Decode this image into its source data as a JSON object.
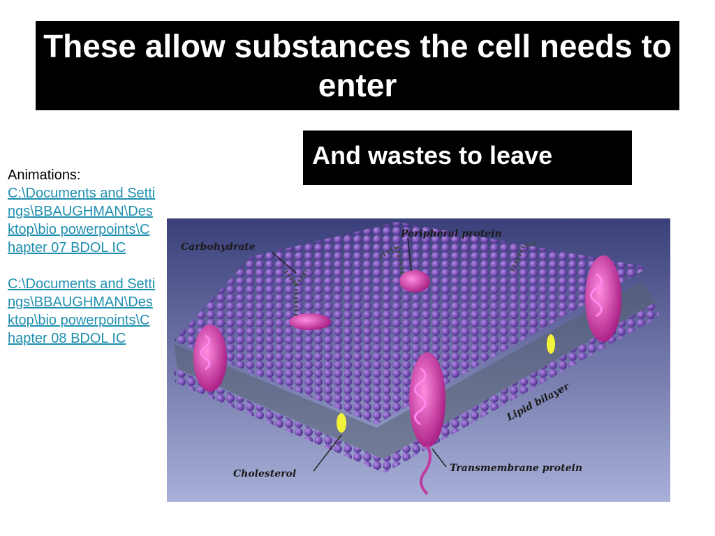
{
  "slide": {
    "title": "These allow substances the cell needs to enter",
    "subtitle": "And wastes to leave"
  },
  "sidebar": {
    "heading": "Animations:",
    "links": [
      "C:\\Documents and Settings\\BBAUGHMAN\\Desktop\\bio powerpoints\\Chapter 07 BDOL IC",
      "C:\\Documents and Settings\\BBAUGHMAN\\Desktop\\bio powerpoints\\Chapter 08 BDOL IC"
    ]
  },
  "figure": {
    "labels": {
      "carbohydrate": "Carbohydrate",
      "peripheral": "Peripheral protein",
      "lipid": "Lipid bilayer",
      "cholesterol": "Cholesterol",
      "transmembrane": "Transmembrane protein"
    },
    "colors": {
      "background_top": "#3a3f7a",
      "background_bottom": "#a8b0d8",
      "lipid_head": "#6a3fb0",
      "protein": "#d23aa8",
      "cholesterol": "#f2f23a"
    }
  }
}
